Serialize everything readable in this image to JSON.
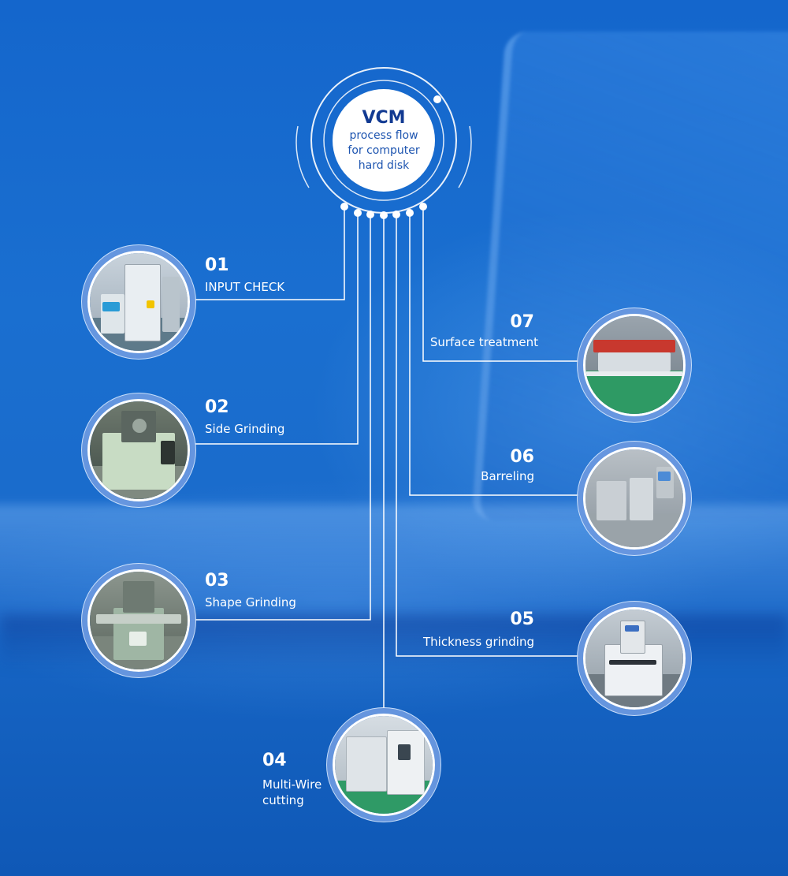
{
  "hub": {
    "title": "VCM",
    "line1": "process flow",
    "line2": "for computer",
    "line3": "hard disk"
  },
  "colors": {
    "background": "#1565c8",
    "line": "#ffffff",
    "hub_title": "#123a92",
    "hub_text": "#1e55b0"
  },
  "steps": [
    {
      "num": "01",
      "label": "INPUT CHECK",
      "image": "machine-photo"
    },
    {
      "num": "02",
      "label": "Side Grinding",
      "image": "machine-photo"
    },
    {
      "num": "03",
      "label": "Shape Grinding",
      "image": "machine-photo"
    },
    {
      "num": "04",
      "label_line1": "Multi-Wire",
      "label_line2": "cutting",
      "image": "machine-photo"
    },
    {
      "num": "05",
      "label": "Thickness grinding",
      "image": "machine-photo"
    },
    {
      "num": "06",
      "label": "Barreling",
      "image": "machine-photo"
    },
    {
      "num": "07",
      "label": "Surface treatment",
      "image": "machine-photo"
    }
  ]
}
